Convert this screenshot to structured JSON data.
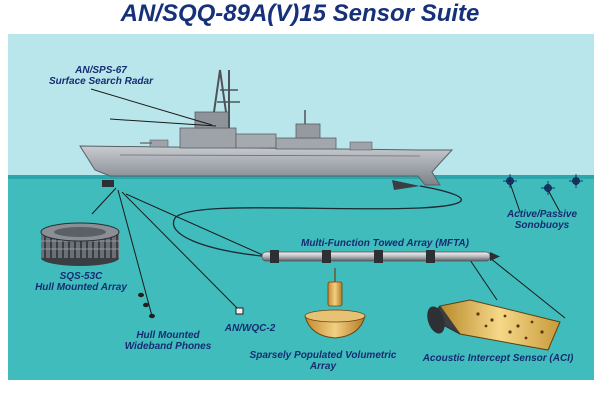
{
  "title": "AN/SQQ-89A(V)15 Sensor Suite",
  "labels": {
    "radar_line1": "AN/SPS-67",
    "radar_line2": "Surface Search Radar",
    "sonobuoys_line1": "Active/Passive",
    "sonobuoys_line2": "Sonobuoys",
    "mfta": "Multi-Function Towed Array (MFTA)",
    "hull_array_line1": "SQS-53C",
    "hull_array_line2": "Hull Mounted Array",
    "wideband_line1": "Hull Mounted",
    "wideband_line2": "Wideband Phones",
    "wqc": "AN/WQC-2",
    "volumetric_line1": "Sparsely Populated Volumetric",
    "volumetric_line2": "Array",
    "aci": "Acoustic Intercept Sensor (ACI)"
  },
  "colors": {
    "title": "#16317a",
    "sky": "#b9e6eb",
    "water": "#40bcbc",
    "label": "#162c72",
    "ship_hull": "#a9adb3"
  }
}
